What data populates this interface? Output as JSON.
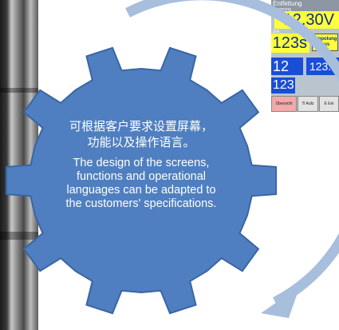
{
  "hmi": {
    "title": "Entfettung",
    "subtitle": "Spannung",
    "voltage": "12.30V",
    "time_label": "Zeit",
    "seconds": "123s",
    "toggle_line1": "Umpolung",
    "toggle_line2": "Aus",
    "blue_value_1": "12",
    "blue_value_2": "123.0",
    "blue_value_3": "123",
    "tabs": [
      "Übersicht",
      "Ti Aufz",
      "E Ein"
    ]
  },
  "caption": {
    "zh_line1": "可根据客户要求设置屏幕，",
    "zh_line2": "功能以及操作语言。",
    "en_text": "The design of the screens, functions and operational languages can be adapted to the customers' specifications."
  },
  "colors": {
    "gear": "#4f7fc0",
    "gear_edge": "#3a65a3",
    "arrow": "#a7bedd",
    "text": "#ffffff"
  },
  "icons": {
    "gear": "gear-icon",
    "arrow": "circular-arrow-icon"
  }
}
